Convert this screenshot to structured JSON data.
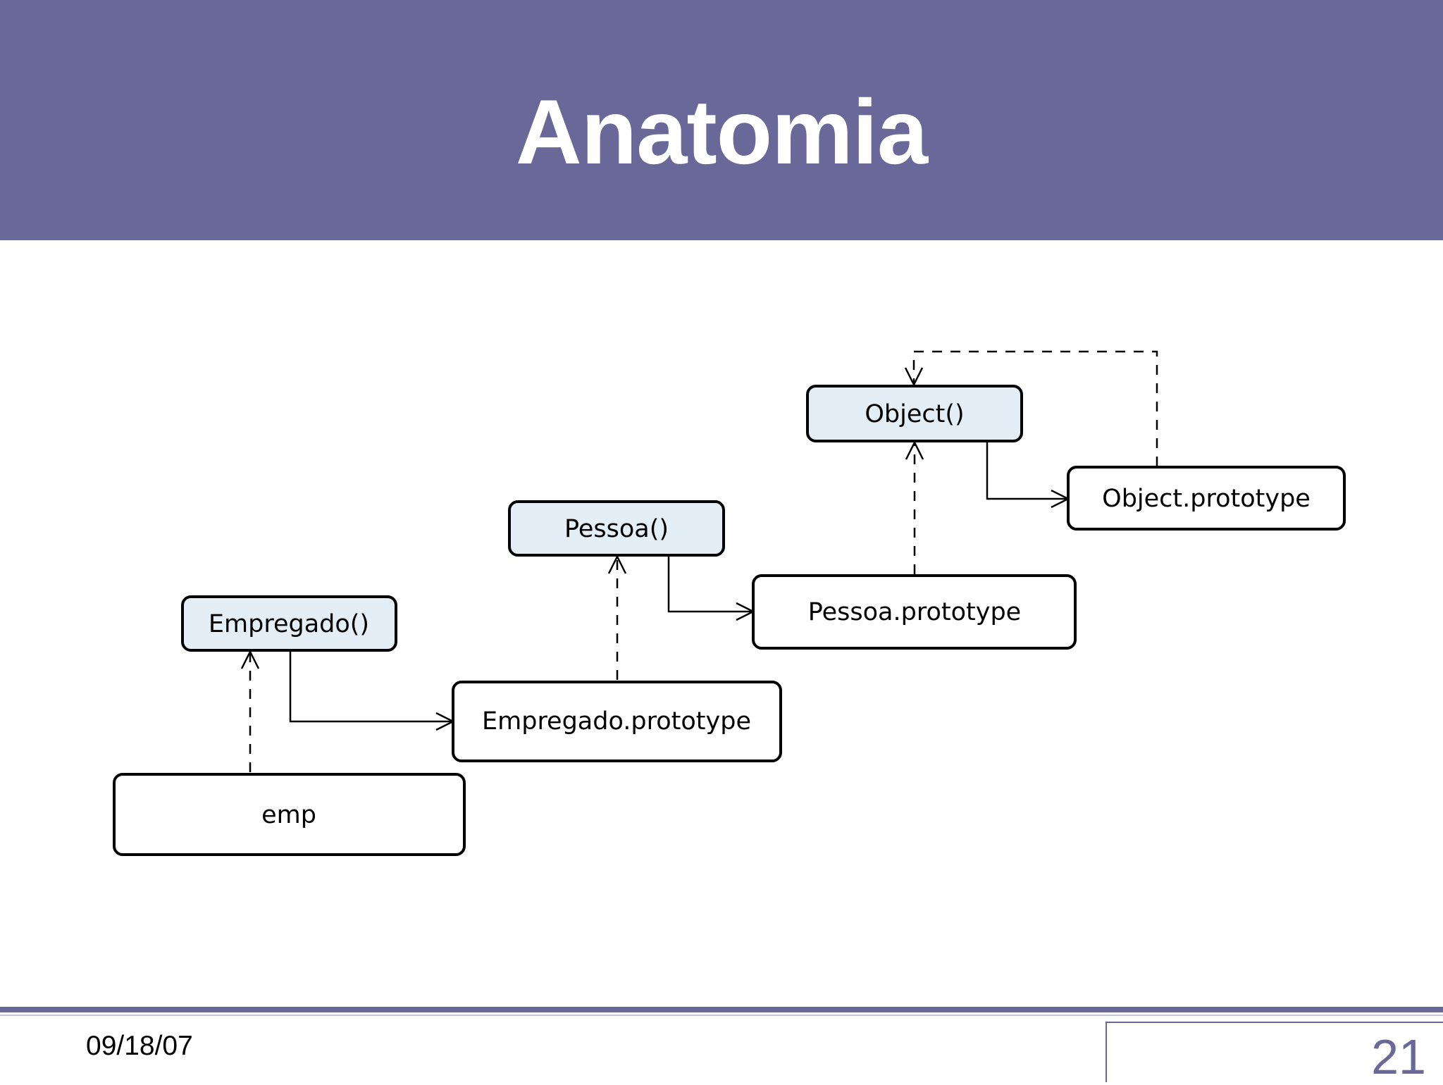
{
  "slide": {
    "title": "Anatomia",
    "date": "09/18/07",
    "page_number": "21"
  },
  "diagram": {
    "nodes": {
      "object_ctor": "Object()",
      "object_proto": "Object.prototype",
      "pessoa_ctor": "Pessoa()",
      "pessoa_proto": "Pessoa.prototype",
      "empregado_ctor": "Empregado()",
      "empregado_proto": "Empregado.prototype",
      "emp": "emp"
    }
  },
  "colors": {
    "theme": "#6a6799",
    "constructor_fill": "#e4eef7",
    "instance_fill": "#ffffff"
  }
}
